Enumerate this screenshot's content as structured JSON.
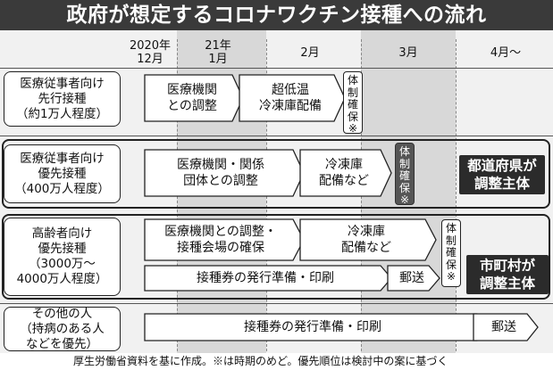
{
  "title": "政府が想定するコロナワクチン接種への流れ",
  "timeline": {
    "months": [
      {
        "line1": "2020年",
        "line2": "12月"
      },
      {
        "line1": "21年",
        "line2": "1月"
      },
      {
        "line1": "2月",
        "line2": ""
      },
      {
        "line1": "3月",
        "line2": ""
      },
      {
        "line1": "4月〜",
        "line2": ""
      }
    ]
  },
  "rows": [
    {
      "label": [
        "医療従事者向け",
        "先行接種",
        "（約1万人程度）"
      ],
      "steps": [
        {
          "lines": [
            "医療機関",
            "との調整"
          ]
        },
        {
          "lines": [
            "超低温",
            "冷凍庫配備"
          ]
        }
      ],
      "system_box": [
        "体",
        "制",
        "確",
        "保",
        "※"
      ]
    },
    {
      "label": [
        "医療従事者向け",
        "優先接種",
        "（400万人程度）"
      ],
      "steps": [
        {
          "lines": [
            "医療機関・関係",
            "団体との調整"
          ]
        },
        {
          "lines": [
            "冷凍庫",
            "配備など"
          ]
        }
      ],
      "system_box": [
        "体",
        "制",
        "確",
        "保",
        "※"
      ],
      "entity": [
        "都道府県が",
        "調整主体"
      ]
    },
    {
      "label": [
        "高齢者向け",
        "優先接種",
        "（3000万〜",
        "4000万人程度）"
      ],
      "steps": [
        {
          "lines": [
            "医療機関との調整・",
            "接種会場の確保"
          ]
        },
        {
          "lines": [
            "冷凍庫",
            "配備など"
          ]
        },
        {
          "lines": [
            "接種券の発行準備・印刷"
          ]
        },
        {
          "lines": [
            "郵送"
          ]
        }
      ],
      "system_box": [
        "体",
        "制",
        "確",
        "保",
        "※"
      ],
      "entity": [
        "市町村が",
        "調整主体"
      ]
    },
    {
      "label": [
        "その他の人",
        "（持病のある人",
        "などを優先）"
      ],
      "steps": [
        {
          "lines": [
            "接種券の発行準備・印刷"
          ]
        },
        {
          "lines": [
            "郵送"
          ]
        }
      ]
    }
  ],
  "footnote": "厚生労働省資料を基に作成。※は時期のめど。優先順位は検討中の案に基づく"
}
